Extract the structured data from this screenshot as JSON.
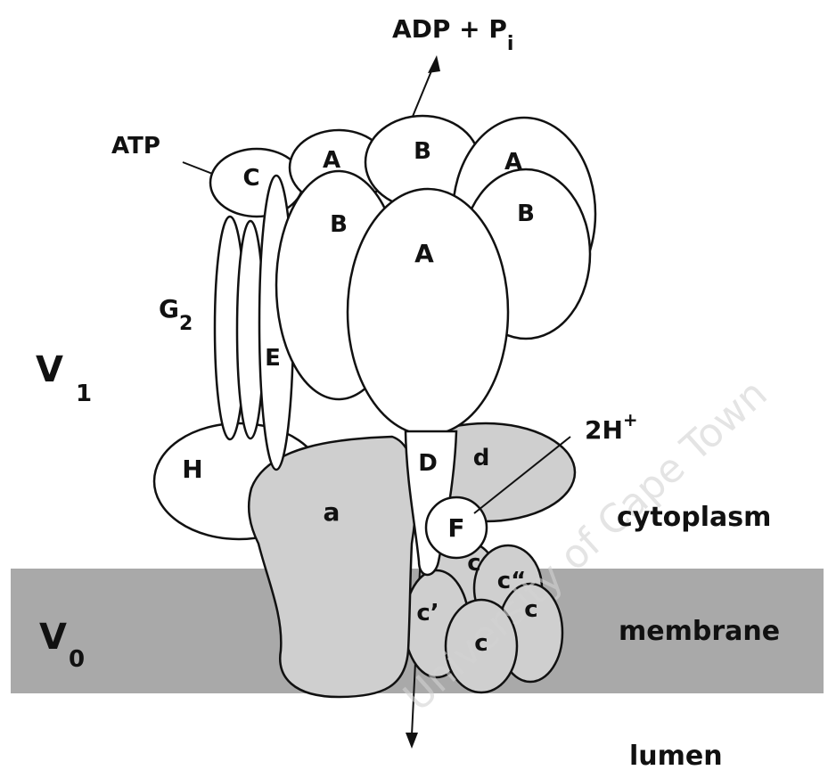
{
  "labels": {
    "adp": "ADP + P",
    "adp_sub": "i",
    "atp": "ATP",
    "v1": "V",
    "v1_sub": "1",
    "v0": "V",
    "v0_sub": "0",
    "g2": "G",
    "g2_sub": "2",
    "proton": "2H",
    "proton_sup": "+",
    "cytoplasm": "cytoplasm",
    "membrane": "membrane",
    "lumen": "lumen",
    "watermark": "University of Cape Town"
  },
  "subunits": {
    "A_left": "A",
    "B_top": "B",
    "A_right": "A",
    "C": "C",
    "B_left": "B",
    "B_right": "B",
    "A_center": "A",
    "E": "E",
    "H": "H",
    "a": "a",
    "D": "D",
    "d": "d",
    "F": "F",
    "c_top": "c",
    "c_dblprime": "c“",
    "c_prime": "c’",
    "c_right": "c",
    "c_bottom": "c"
  },
  "colors": {
    "membrane_band": "#a9a9a9",
    "grey_subunit": "#cfcfcf",
    "outline": "#111111"
  }
}
